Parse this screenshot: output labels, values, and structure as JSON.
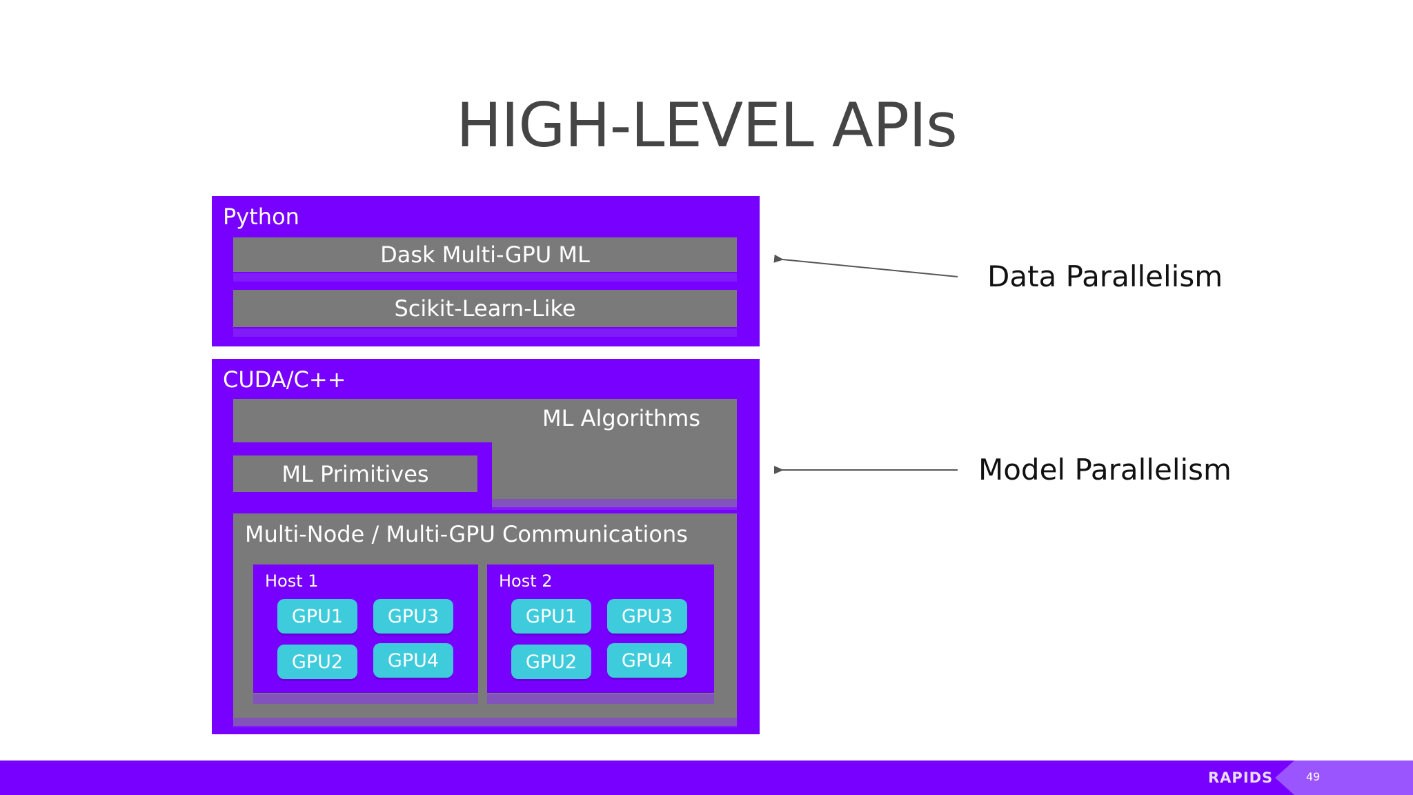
{
  "slide": {
    "title": "HIGH-LEVEL APIs",
    "page_number": "49",
    "logo_text": "RAPIDS"
  },
  "python_panel": {
    "label": "Python",
    "layers": [
      "Dask Multi-GPU ML",
      "Scikit-Learn-Like"
    ]
  },
  "cuda_panel": {
    "label": "CUDA/C++",
    "ml_algorithms": "ML Algorithms",
    "ml_primitives": "ML Primitives",
    "comms": {
      "label": "Multi-Node / Multi-GPU Communications",
      "hosts": [
        {
          "label": "Host 1",
          "gpus": [
            "GPU1",
            "GPU3",
            "GPU2",
            "GPU4"
          ]
        },
        {
          "label": "Host 2",
          "gpus": [
            "GPU1",
            "GPU3",
            "GPU2",
            "GPU4"
          ]
        }
      ]
    }
  },
  "annotations": {
    "data_parallelism": "Data Parallelism",
    "model_parallelism": "Model Parallelism"
  },
  "colors": {
    "panel": "#7700ff",
    "layer": "#7a7a7a",
    "gpu": "#3ecbdc",
    "title": "#454545",
    "arrow": "#555555"
  }
}
